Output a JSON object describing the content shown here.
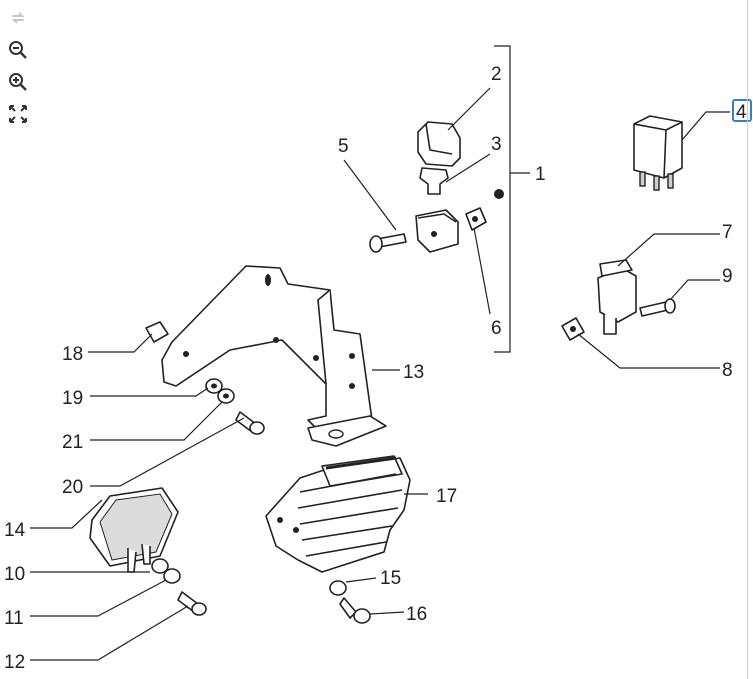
{
  "toolbar": {
    "items": [
      {
        "name": "rotate",
        "icon": "rotate-icon",
        "disabled": true
      },
      {
        "name": "zoom-out",
        "icon": "zoom-out-icon"
      },
      {
        "name": "zoom-in",
        "icon": "zoom-in-icon"
      },
      {
        "name": "fit",
        "icon": "fit-screen-icon"
      }
    ]
  },
  "diagram": {
    "callouts": {
      "c1": "1",
      "c2": "2",
      "c3": "3",
      "c4": "4",
      "c5": "5",
      "c6": "6",
      "c7": "7",
      "c8": "8",
      "c9": "9",
      "c10": "10",
      "c11": "11",
      "c12": "12",
      "c13": "13",
      "c14": "14",
      "c15": "15",
      "c16": "16",
      "c17": "17",
      "c18": "18",
      "c19": "19",
      "c20": "20",
      "c21": "21"
    },
    "highlighted": "4",
    "highlight_color": "#3a7fc4"
  }
}
